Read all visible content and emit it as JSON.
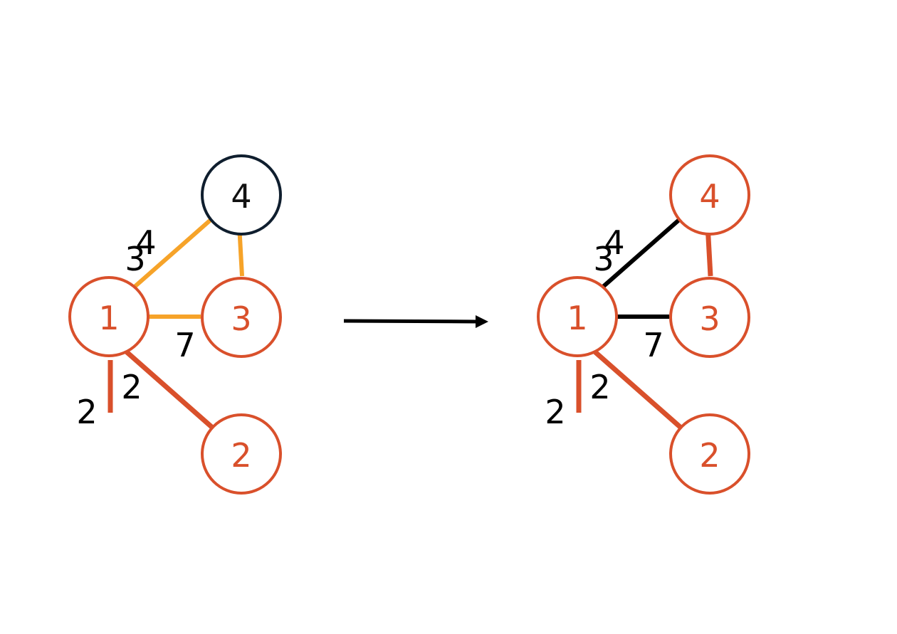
{
  "colors": {
    "selected": "#d9502b",
    "candidate": "#f6a329",
    "unselected_node": "#0f1e2e",
    "plain_edge": "#000000",
    "weight_text": "#000000",
    "arrow": "#000000"
  },
  "before": {
    "nodes": [
      {
        "id": "1",
        "label": "1",
        "state": "selected"
      },
      {
        "id": "2",
        "label": "2",
        "state": "selected"
      },
      {
        "id": "3",
        "label": "3",
        "state": "selected"
      },
      {
        "id": "4",
        "label": "4",
        "state": "unselected_node"
      }
    ],
    "edges": [
      {
        "from": "1",
        "to": "2",
        "weight": "2",
        "state": "selected"
      },
      {
        "from": "2",
        "to": "3",
        "weight": "2",
        "state": "selected"
      },
      {
        "from": "1",
        "to": "3",
        "weight": "7",
        "state": "candidate"
      },
      {
        "from": "1",
        "to": "4",
        "weight": "4",
        "state": "candidate"
      },
      {
        "from": "3",
        "to": "4",
        "weight": "3",
        "state": "candidate"
      }
    ]
  },
  "after": {
    "nodes": [
      {
        "id": "1",
        "label": "1",
        "state": "selected"
      },
      {
        "id": "2",
        "label": "2",
        "state": "selected"
      },
      {
        "id": "3",
        "label": "3",
        "state": "selected"
      },
      {
        "id": "4",
        "label": "4",
        "state": "selected"
      }
    ],
    "edges": [
      {
        "from": "1",
        "to": "2",
        "weight": "2",
        "state": "selected"
      },
      {
        "from": "2",
        "to": "3",
        "weight": "2",
        "state": "selected"
      },
      {
        "from": "1",
        "to": "3",
        "weight": "7",
        "state": "plain_edge"
      },
      {
        "from": "1",
        "to": "4",
        "weight": "4",
        "state": "plain_edge"
      },
      {
        "from": "3",
        "to": "4",
        "weight": "3",
        "state": "selected"
      }
    ]
  }
}
